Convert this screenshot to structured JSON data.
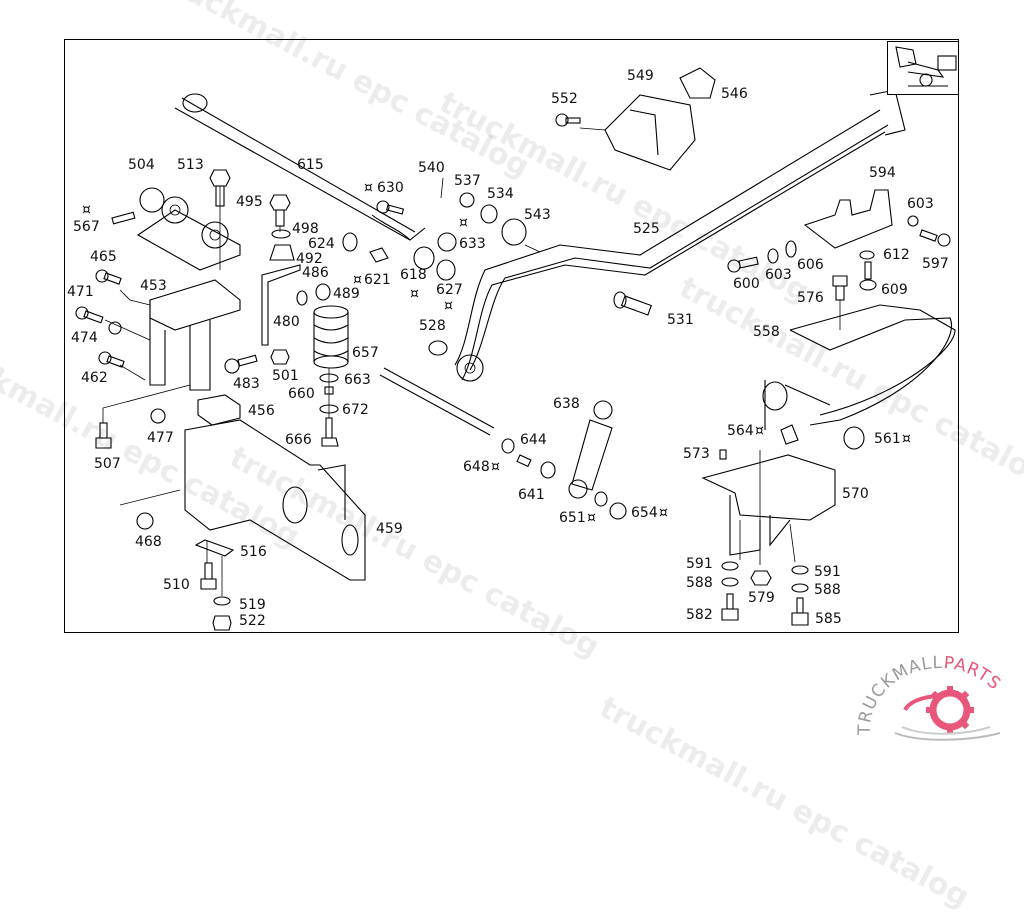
{
  "diagram": {
    "type": "exploded parts diagram",
    "subject": "truck cab rear suspension / mounting",
    "labels": [
      {
        "id": "504",
        "text": "504"
      },
      {
        "id": "513",
        "text": "513"
      },
      {
        "id": "615",
        "text": "615"
      },
      {
        "id": "495",
        "text": "495"
      },
      {
        "id": "567",
        "text": "567"
      },
      {
        "id": "498",
        "text": "498"
      },
      {
        "id": "624",
        "text": "624"
      },
      {
        "id": "492",
        "text": "492"
      },
      {
        "id": "465",
        "text": "465"
      },
      {
        "id": "486",
        "text": "486"
      },
      {
        "id": "489",
        "text": "489"
      },
      {
        "id": "453",
        "text": "453"
      },
      {
        "id": "471",
        "text": "471"
      },
      {
        "id": "480",
        "text": "480"
      },
      {
        "id": "474",
        "text": "474"
      },
      {
        "id": "657",
        "text": "657"
      },
      {
        "id": "462",
        "text": "462"
      },
      {
        "id": "501",
        "text": "501"
      },
      {
        "id": "483",
        "text": "483"
      },
      {
        "id": "663",
        "text": "663"
      },
      {
        "id": "660",
        "text": "660"
      },
      {
        "id": "456",
        "text": "456"
      },
      {
        "id": "672",
        "text": "672"
      },
      {
        "id": "477",
        "text": "477"
      },
      {
        "id": "666",
        "text": "666"
      },
      {
        "id": "507",
        "text": "507"
      },
      {
        "id": "459",
        "text": "459"
      },
      {
        "id": "468",
        "text": "468"
      },
      {
        "id": "516",
        "text": "516"
      },
      {
        "id": "510",
        "text": "510"
      },
      {
        "id": "519",
        "text": "519"
      },
      {
        "id": "522",
        "text": "522"
      },
      {
        "id": "630",
        "text": "630",
        "mark": true
      },
      {
        "id": "540",
        "text": "540"
      },
      {
        "id": "537",
        "text": "537"
      },
      {
        "id": "534",
        "text": "534"
      },
      {
        "id": "543",
        "text": "543"
      },
      {
        "id": "633",
        "text": "633"
      },
      {
        "id": "621",
        "text": "621",
        "mark": true
      },
      {
        "id": "618",
        "text": "618"
      },
      {
        "id": "627",
        "text": "627"
      },
      {
        "id": "528",
        "text": "528"
      },
      {
        "id": "525",
        "text": "525"
      },
      {
        "id": "531",
        "text": "531"
      },
      {
        "id": "552",
        "text": "552"
      },
      {
        "id": "549",
        "text": "549"
      },
      {
        "id": "546",
        "text": "546"
      },
      {
        "id": "594",
        "text": "594"
      },
      {
        "id": "603a",
        "text": "603"
      },
      {
        "id": "597",
        "text": "597"
      },
      {
        "id": "612",
        "text": "612"
      },
      {
        "id": "606",
        "text": "606"
      },
      {
        "id": "600",
        "text": "600"
      },
      {
        "id": "603b",
        "text": "603"
      },
      {
        "id": "609",
        "text": "609"
      },
      {
        "id": "576",
        "text": "576"
      },
      {
        "id": "558",
        "text": "558"
      },
      {
        "id": "638",
        "text": "638"
      },
      {
        "id": "644",
        "text": "644"
      },
      {
        "id": "648",
        "text": "648",
        "mark_after": true
      },
      {
        "id": "641",
        "text": "641"
      },
      {
        "id": "651",
        "text": "651",
        "mark_after": true
      },
      {
        "id": "654",
        "text": "654",
        "mark_after": true
      },
      {
        "id": "564",
        "text": "564"
      },
      {
        "id": "561",
        "text": "561",
        "mark_after": true
      },
      {
        "id": "573",
        "text": "573"
      },
      {
        "id": "570",
        "text": "570"
      },
      {
        "id": "591a",
        "text": "591"
      },
      {
        "id": "588a",
        "text": "588"
      },
      {
        "id": "582",
        "text": "582"
      },
      {
        "id": "579",
        "text": "579"
      },
      {
        "id": "591b",
        "text": "591"
      },
      {
        "id": "588b",
        "text": "588"
      },
      {
        "id": "585",
        "text": "585"
      }
    ],
    "standalone_marks": [
      "567",
      "618",
      "627",
      "537"
    ]
  },
  "watermark": {
    "texts": [
      "truckmall.ru epc catalog"
    ]
  },
  "logo": {
    "text_left": "TRUCKMALL",
    "text_right": "PARTS",
    "accent": "#e8567a",
    "gray": "#9a9a9a"
  }
}
